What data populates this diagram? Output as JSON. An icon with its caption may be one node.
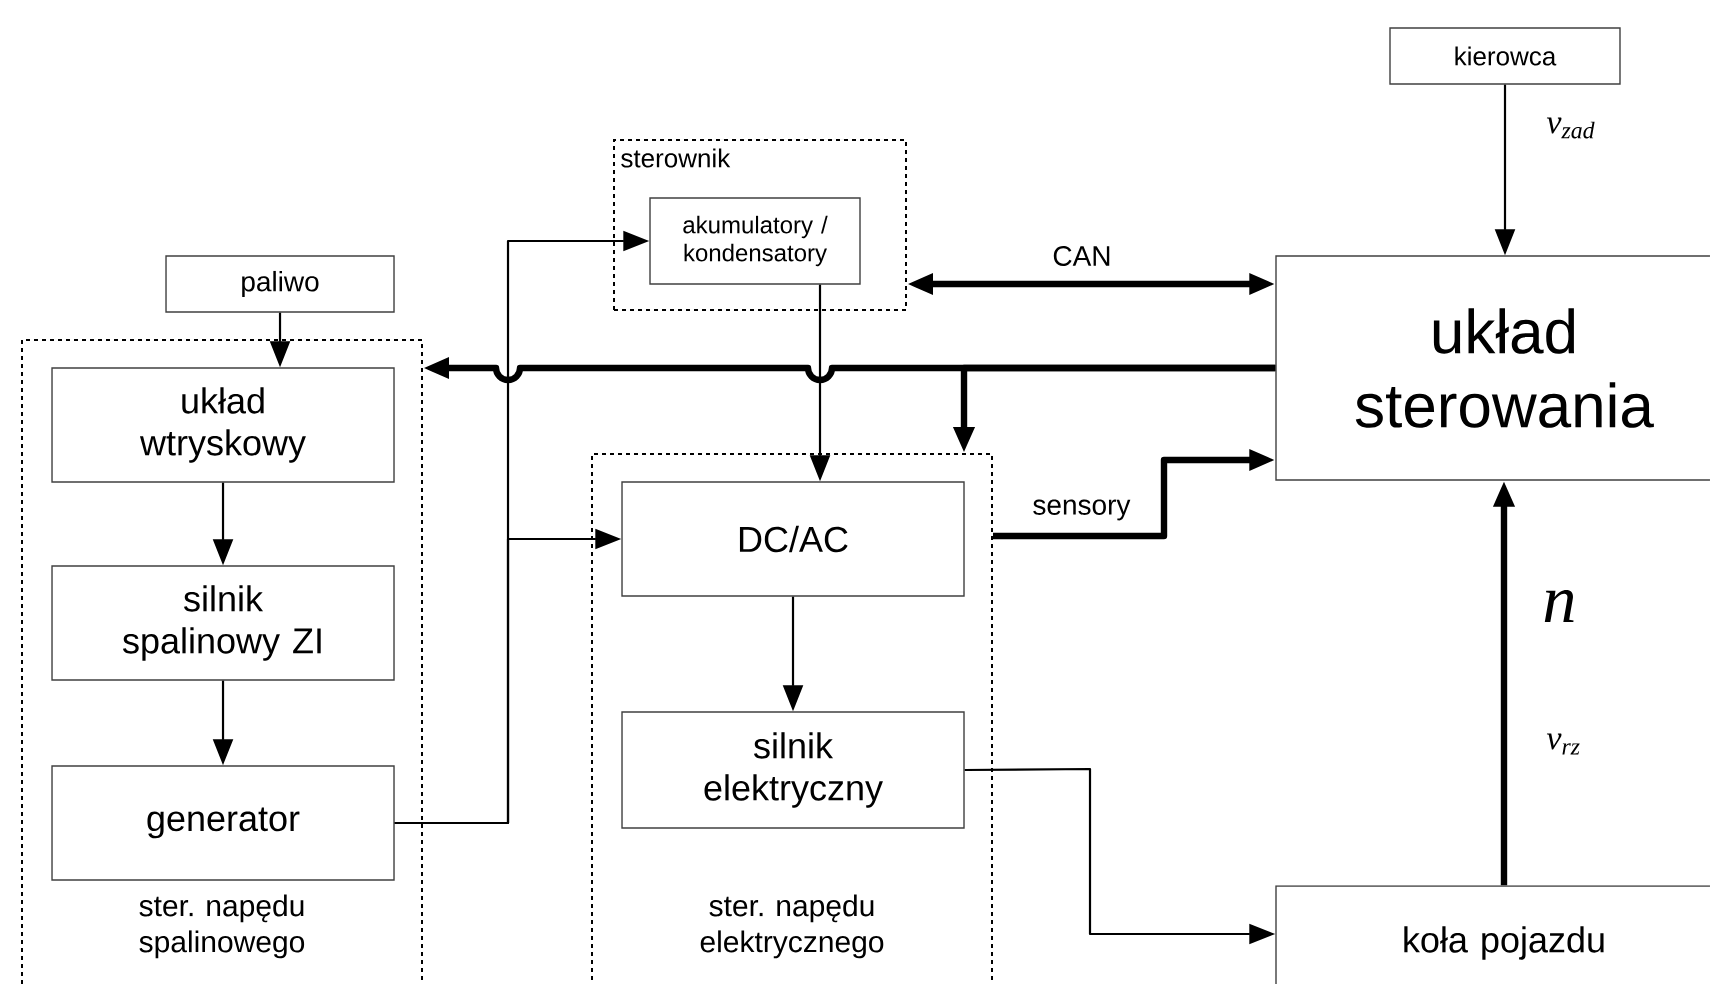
{
  "diagram": {
    "nodes": [
      {
        "text": [
          "kierowca"
        ]
      },
      {
        "text": [
          "sterownik"
        ]
      },
      {
        "text": [
          "akumulatory / kondensatory"
        ],
        "in": 1
      },
      {
        "text": [
          "układ sterowania"
        ]
      },
      {
        "text": [
          "paliwo"
        ]
      },
      {
        "text": [
          "ster. napędu spalinowego"
        ]
      },
      {
        "text": [
          "układ wtryskowy"
        ],
        "in": 5
      },
      {
        "text": [
          "silnik spalinowy ZI"
        ],
        "in": 5
      },
      {
        "text": [
          "generator"
        ],
        "in": 5
      },
      {
        "text": [
          "ster. napędu elektrycznego"
        ]
      },
      {
        "text": [
          "DC/AC"
        ],
        "in": 9
      },
      {
        "text": [
          "silnik elektryczny"
        ],
        "in": 9
      },
      {
        "text": [
          "koła pojazdu"
        ]
      }
    ],
    "edges": [
      {
        "from": 0,
        "to": 3,
        "arrow": "to",
        "label": "v$_{zad}$"
      },
      {
        "from": 4,
        "to": 6,
        "arrow": "to"
      },
      {
        "from": 6,
        "to": 7,
        "arrow": "to"
      },
      {
        "from": 7,
        "to": 8,
        "arrow": "to"
      },
      {
        "from": 8,
        "to": 2,
        "arrow": "to"
      },
      {
        "from": 8,
        "to": 10,
        "arrow": "to"
      },
      {
        "from": 1,
        "to": 3,
        "arrow": "both",
        "label": "CAN",
        "style": "thick"
      },
      {
        "from": 2,
        "to": 10,
        "arrow": "to"
      },
      {
        "from": 3,
        "to": 5,
        "arrow": "to",
        "style": "thick"
      },
      {
        "from": 3,
        "to": 9,
        "arrow": "to",
        "style": "thick"
      },
      {
        "from": 9,
        "to": 3,
        "arrow": "to",
        "label": "sensory",
        "style": "thick"
      },
      {
        "from": 10,
        "to": 11,
        "arrow": "to"
      },
      {
        "from": 11,
        "to": 12,
        "arrow": "to"
      },
      {
        "from": 12,
        "to": 3,
        "arrow": "to",
        "label": "n",
        "style": "thick"
      }
    ],
    "labels": [
      "v$_{rz}$"
    ]
  }
}
